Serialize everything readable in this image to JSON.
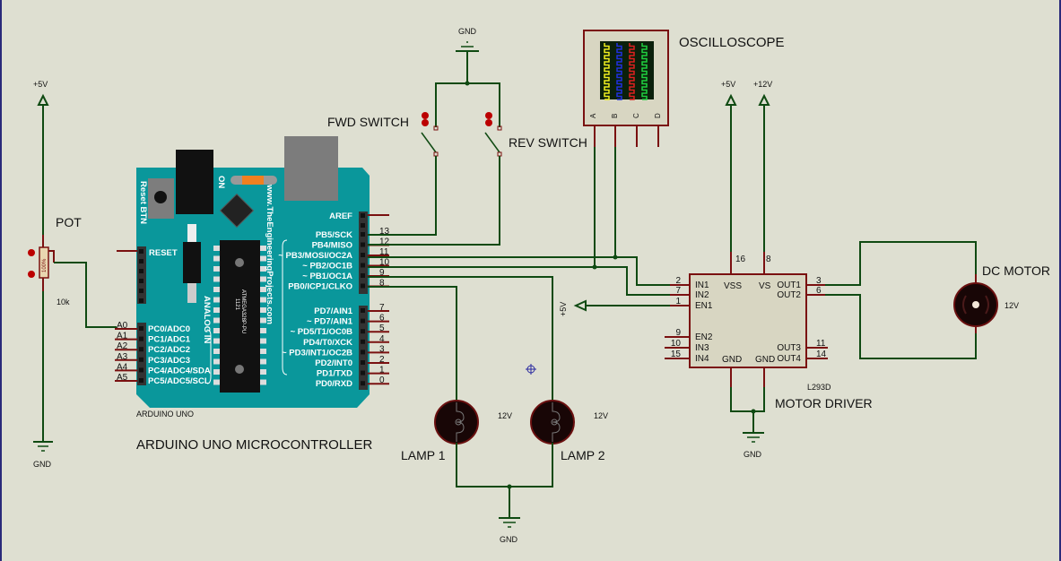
{
  "title": "Arduino UNO DC Motor Control Schematic",
  "components": {
    "pot": {
      "label": "POT",
      "value": "10k",
      "wiper_text": "100%",
      "supply": "+5V",
      "ground": "GND"
    },
    "arduino": {
      "label": "ARDUINO UNO",
      "caption": "ARDUINO UNO MICROCONTROLLER",
      "website": "www.TheEngineeringProjects.com",
      "reset_btn": "Reset BTN",
      "on_label": "ON",
      "analog_in": "ANALOG IN",
      "chip_text": "ATMEGA328P-PU",
      "chip_code": "1121",
      "reset_pin": "RESET",
      "analog_pins": [
        {
          "num": "A0",
          "name": "PC0/ADC0"
        },
        {
          "num": "A1",
          "name": "PC1/ADC1"
        },
        {
          "num": "A2",
          "name": "PC2/ADC2"
        },
        {
          "num": "A3",
          "name": "PC3/ADC3"
        },
        {
          "num": "A4",
          "name": "PC4/ADC4/SDA"
        },
        {
          "num": "A5",
          "name": "PC5/ADC5/SCL"
        }
      ],
      "aref": "AREF",
      "digital_pins_high": [
        {
          "num": "13",
          "name": "PB5/SCK"
        },
        {
          "num": "12",
          "name": "PB4/MISO"
        },
        {
          "num": "11",
          "name": "~ PB3/MOSI/OC2A"
        },
        {
          "num": "10",
          "name": "~ PB2/OC1B"
        },
        {
          "num": "9",
          "name": "~ PB1/OC1A"
        },
        {
          "num": "8",
          "name": "PB0/ICP1/CLKO"
        }
      ],
      "digital_pins_low": [
        {
          "num": "7",
          "name": "PD7/AIN1"
        },
        {
          "num": "6",
          "name": "~ PD7/AIN1"
        },
        {
          "num": "5",
          "name": "~ PD5/T1/OC0B"
        },
        {
          "num": "4",
          "name": "PD4/T0/XCK"
        },
        {
          "num": "3",
          "name": "~ PD3/INT1/OC2B"
        },
        {
          "num": "2",
          "name": "PD2/INT0"
        },
        {
          "num": "1",
          "name": "PD1/TXD"
        },
        {
          "num": "0",
          "name": "PD0/RXD"
        }
      ]
    },
    "switches": {
      "fwd": "FWD SWITCH",
      "rev": "REV SWITCH",
      "ground": "GND"
    },
    "oscilloscope": {
      "label": "OSCILLOSCOPE",
      "channels": [
        "A",
        "B",
        "C",
        "D"
      ],
      "trace_colors": [
        "#f0f020",
        "#2030e0",
        "#e02020",
        "#20d040"
      ]
    },
    "supplies": {
      "v5": "+5V",
      "v12": "+12V",
      "v5_en": "+5V"
    },
    "driver": {
      "part": "L293D",
      "label": "MOTOR DRIVER",
      "left_pins": [
        {
          "num": "2",
          "name": "IN1"
        },
        {
          "num": "7",
          "name": "IN2"
        },
        {
          "num": "1",
          "name": "EN1"
        },
        {
          "num": "9",
          "name": "EN2"
        },
        {
          "num": "10",
          "name": "IN3"
        },
        {
          "num": "15",
          "name": "IN4"
        }
      ],
      "right_pins": [
        {
          "num": "3",
          "name": "OUT1"
        },
        {
          "num": "6",
          "name": "OUT2"
        },
        {
          "num": "11",
          "name": "OUT3"
        },
        {
          "num": "14",
          "name": "OUT4"
        }
      ],
      "top_pins": [
        {
          "num": "16",
          "name": "VSS"
        },
        {
          "num": "8",
          "name": "VS"
        }
      ],
      "bottom_pins": [
        {
          "name": "GND"
        },
        {
          "name": "GND"
        }
      ],
      "ground": "GND"
    },
    "motor": {
      "label": "DC MOTOR",
      "rating": "12V"
    },
    "lamps": [
      {
        "label": "LAMP 1",
        "rating": "12V"
      },
      {
        "label": "LAMP 2",
        "rating": "12V"
      }
    ],
    "lamp_ground": "GND"
  }
}
